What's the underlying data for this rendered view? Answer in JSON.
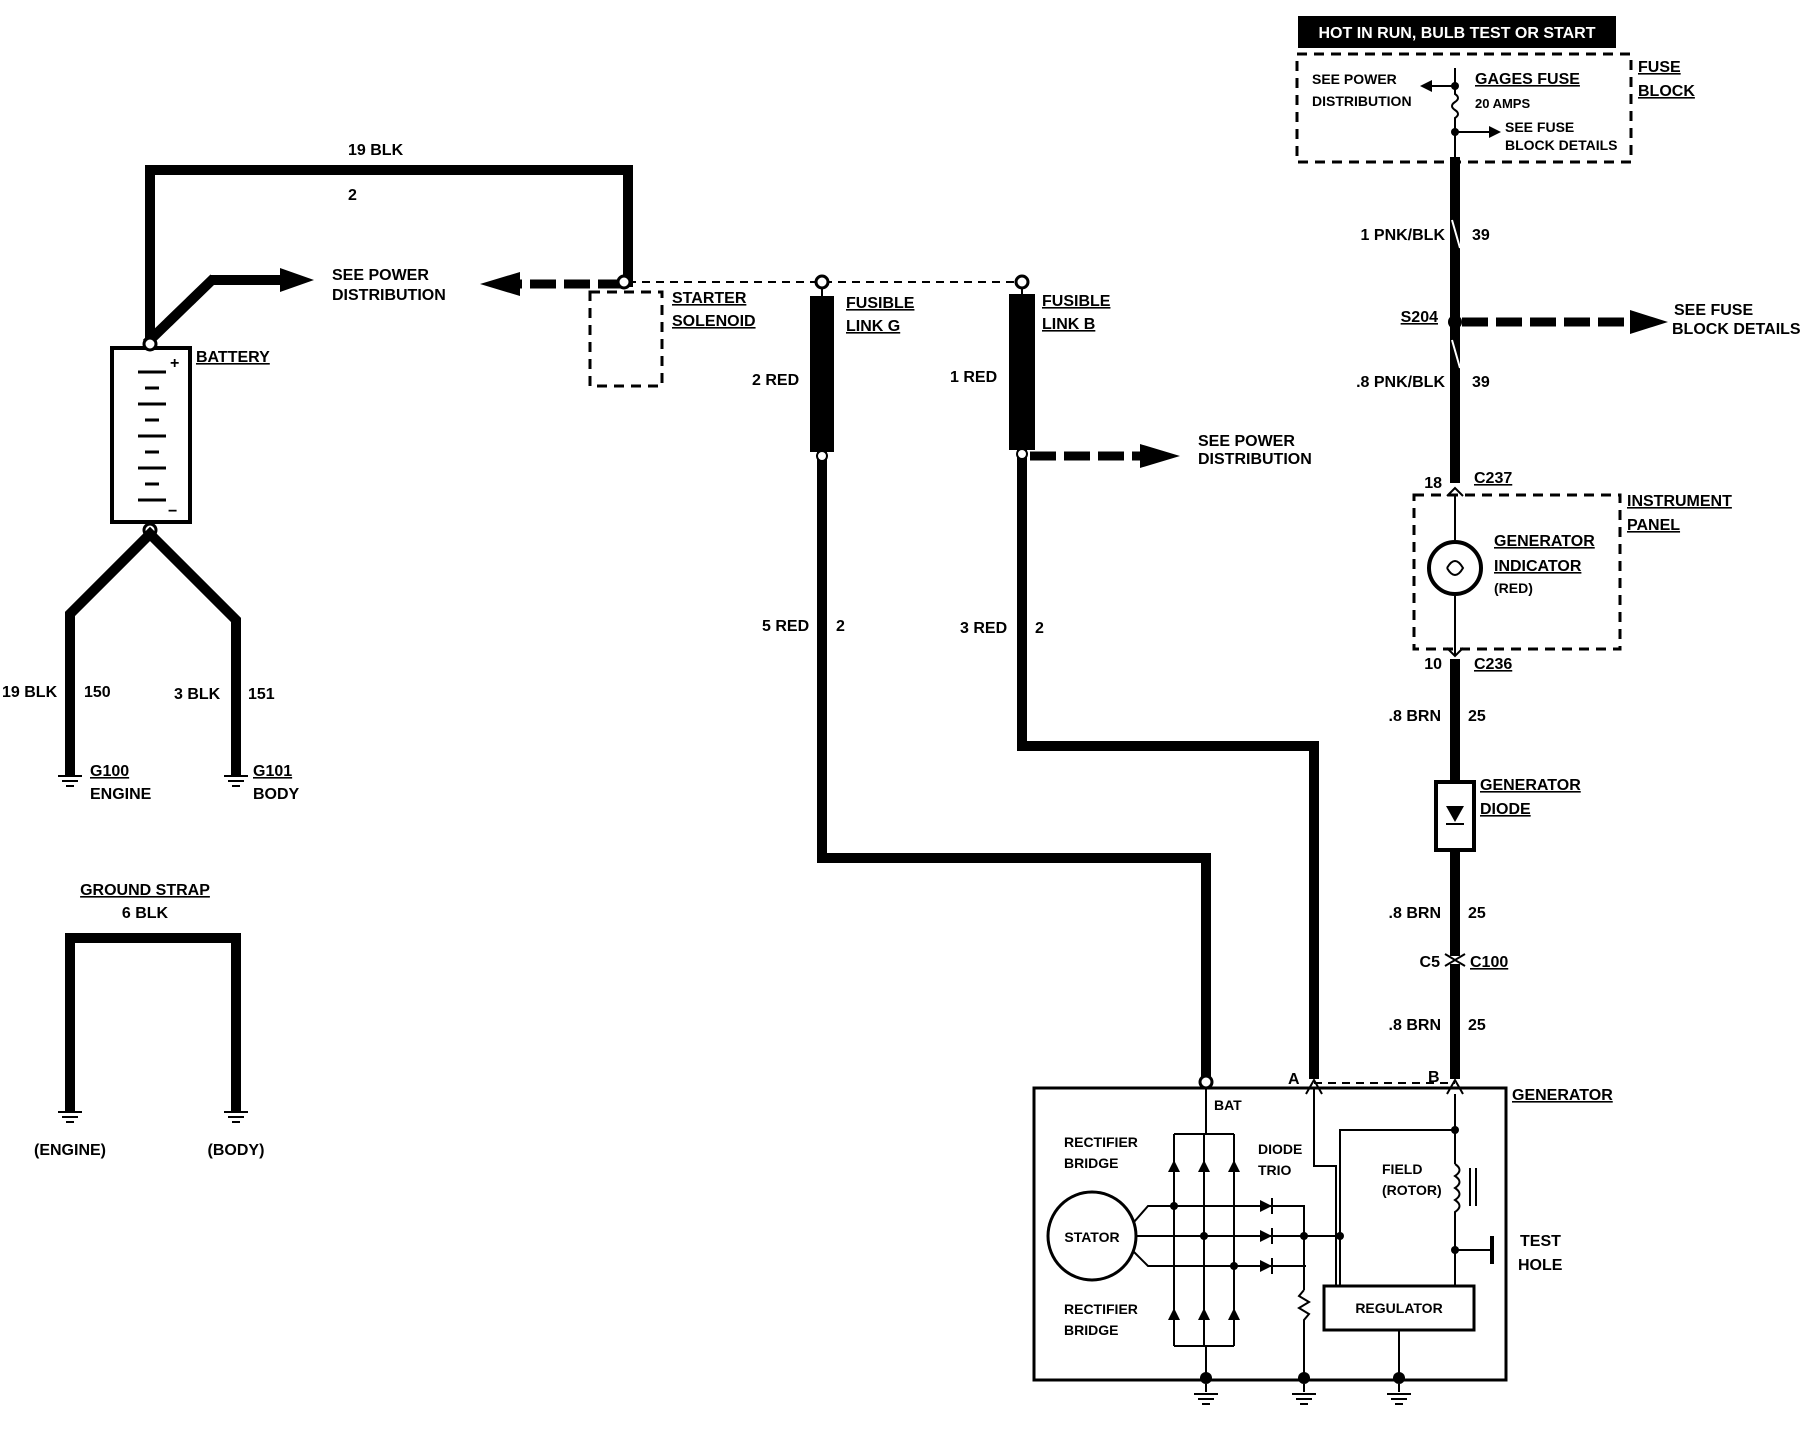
{
  "header": {
    "hot_label": "HOT IN RUN, BULB TEST OR START"
  },
  "fuse_block": {
    "see_power": [
      "SEE POWER",
      "DISTRIBUTION"
    ],
    "fuse_name": "GAGES FUSE",
    "fuse_rating": "20 AMPS",
    "see_fuse_details": [
      "SEE FUSE",
      "BLOCK DETAILS"
    ],
    "title": [
      "FUSE",
      "BLOCK"
    ]
  },
  "battery": {
    "label": "BATTERY",
    "plus": "+",
    "minus": "−"
  },
  "battery_wire": {
    "color": "19 BLK",
    "circuit": "2"
  },
  "see_power_left": [
    "SEE POWER",
    "DISTRIBUTION"
  ],
  "starter": [
    "STARTER",
    "SOLENOID"
  ],
  "fusible_g": {
    "name": [
      "FUSIBLE",
      "LINK G"
    ],
    "wire_top": "2 RED",
    "wire_bottom": "5 RED",
    "circuit": "2"
  },
  "fusible_b": {
    "name": [
      "FUSIBLE",
      "LINK B"
    ],
    "wire_top": "1 RED",
    "wire_bottom": "3 RED",
    "circuit": "2"
  },
  "see_power_mid": [
    "SEE POWER",
    "DISTRIBUTION"
  ],
  "grounds": {
    "g100": {
      "wire": "19 BLK",
      "circuit": "150",
      "code": "G100",
      "name": "ENGINE"
    },
    "g101": {
      "wire": "3 BLK",
      "circuit": "151",
      "code": "G101",
      "name": "BODY"
    }
  },
  "ground_strap": {
    "title": "GROUND STRAP",
    "wire": "6 BLK",
    "left": "(ENGINE)",
    "right": "(BODY)"
  },
  "right_chain": {
    "w1": {
      "wire": "1 PNK/BLK",
      "circuit": "39"
    },
    "splice": "S204",
    "see_fuse": [
      "SEE FUSE",
      "BLOCK DETAILS"
    ],
    "w2": {
      "wire": ".8 PNK/BLK",
      "circuit": "39"
    },
    "c237": {
      "pin": "18",
      "code": "C237"
    },
    "ip": [
      "INSTRUMENT",
      "PANEL"
    ],
    "indicator": [
      "GENERATOR",
      "INDICATOR",
      "(RED)"
    ],
    "c236": {
      "pin": "10",
      "code": "C236"
    },
    "w3": {
      "wire": ".8 BRN",
      "circuit": "25"
    },
    "diode": [
      "GENERATOR",
      "DIODE"
    ],
    "w4": {
      "wire": ".8 BRN",
      "circuit": "25"
    },
    "c100": {
      "pin": "C5",
      "code": "C100"
    },
    "w5": {
      "wire": ".8 BRN",
      "circuit": "25"
    }
  },
  "generator": {
    "title": "GENERATOR",
    "term_a": "A",
    "term_b": "B",
    "bat": "BAT",
    "rect_top": [
      "RECTIFIER",
      "BRIDGE"
    ],
    "rect_bottom": [
      "RECTIFIER",
      "BRIDGE"
    ],
    "diode_trio": [
      "DIODE",
      "TRIO"
    ],
    "field": [
      "FIELD",
      "(ROTOR)"
    ],
    "stator": "STATOR",
    "regulator": "REGULATOR",
    "test_hole": [
      "TEST",
      "HOLE"
    ]
  }
}
